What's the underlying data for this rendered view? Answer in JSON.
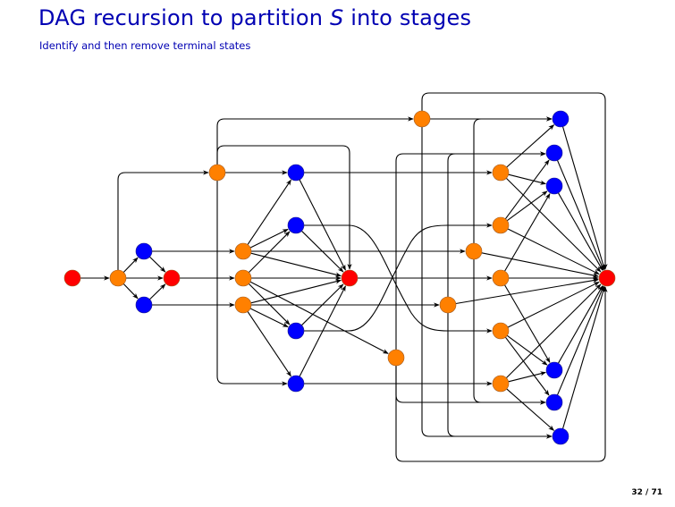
{
  "slide": {
    "title_prefix": "DAG recursion to partition ",
    "title_math": "S",
    "title_suffix": " into stages",
    "subtitle": "Identify and then remove terminal states",
    "page_number": "32 / 71"
  },
  "colors": {
    "terminal": "#ff0000",
    "intermediate": "#ff8000",
    "blue": "#0000ff",
    "edge": "#000000",
    "title": "#0000b3"
  },
  "graph": {
    "nodes": [
      {
        "id": "n0",
        "type": "terminal"
      },
      {
        "id": "n1",
        "type": "intermediate"
      },
      {
        "id": "n2",
        "type": "blue"
      },
      {
        "id": "n3",
        "type": "blue"
      },
      {
        "id": "n4",
        "type": "terminal"
      },
      {
        "id": "n5",
        "type": "intermediate"
      },
      {
        "id": "n6",
        "type": "intermediate"
      },
      {
        "id": "n7",
        "type": "intermediate"
      },
      {
        "id": "n8",
        "type": "intermediate"
      },
      {
        "id": "n9",
        "type": "blue"
      },
      {
        "id": "n10",
        "type": "blue"
      },
      {
        "id": "n11",
        "type": "blue"
      },
      {
        "id": "n12",
        "type": "blue"
      },
      {
        "id": "n13",
        "type": "terminal"
      },
      {
        "id": "n14",
        "type": "intermediate"
      },
      {
        "id": "n15",
        "type": "intermediate"
      },
      {
        "id": "n16",
        "type": "intermediate"
      },
      {
        "id": "n17",
        "type": "intermediate"
      },
      {
        "id": "n18",
        "type": "intermediate"
      },
      {
        "id": "n19",
        "type": "intermediate"
      },
      {
        "id": "n20",
        "type": "intermediate"
      },
      {
        "id": "n21",
        "type": "intermediate"
      },
      {
        "id": "n22",
        "type": "intermediate"
      },
      {
        "id": "n23",
        "type": "blue"
      },
      {
        "id": "n24",
        "type": "blue"
      },
      {
        "id": "n25",
        "type": "blue"
      },
      {
        "id": "n26",
        "type": "blue"
      },
      {
        "id": "n27",
        "type": "blue"
      },
      {
        "id": "n28",
        "type": "blue"
      },
      {
        "id": "n29",
        "type": "terminal"
      }
    ],
    "edges": [
      [
        "n0",
        "n1"
      ],
      [
        "n1",
        "n2"
      ],
      [
        "n1",
        "n3"
      ],
      [
        "n1",
        "n4"
      ],
      [
        "n2",
        "n4"
      ],
      [
        "n3",
        "n4"
      ],
      [
        "n1",
        "n5"
      ],
      [
        "n2",
        "n6"
      ],
      [
        "n4",
        "n7"
      ],
      [
        "n3",
        "n8"
      ],
      [
        "n5",
        "n9"
      ],
      [
        "n5",
        "n14"
      ],
      [
        "n5",
        "n13"
      ],
      [
        "n5",
        "n12"
      ],
      [
        "n6",
        "n9"
      ],
      [
        "n6",
        "n10"
      ],
      [
        "n6",
        "n13"
      ],
      [
        "n6",
        "n16"
      ],
      [
        "n7",
        "n10"
      ],
      [
        "n7",
        "n13"
      ],
      [
        "n7",
        "n11"
      ],
      [
        "n7",
        "n15"
      ],
      [
        "n8",
        "n13"
      ],
      [
        "n8",
        "n11"
      ],
      [
        "n8",
        "n12"
      ],
      [
        "n8",
        "n17"
      ],
      [
        "n9",
        "n13"
      ],
      [
        "n10",
        "n13"
      ],
      [
        "n11",
        "n13"
      ],
      [
        "n12",
        "n13"
      ],
      [
        "n9",
        "n18"
      ],
      [
        "n10",
        "n21"
      ],
      [
        "n11",
        "n19"
      ],
      [
        "n12",
        "n22"
      ],
      [
        "n13",
        "n20"
      ],
      [
        "n14",
        "n23"
      ],
      [
        "n14",
        "n29"
      ],
      [
        "n14",
        "n28"
      ],
      [
        "n15",
        "n24"
      ],
      [
        "n15",
        "n27"
      ],
      [
        "n15",
        "n29"
      ],
      [
        "n16",
        "n23"
      ],
      [
        "n16",
        "n27"
      ],
      [
        "n16",
        "n29"
      ],
      [
        "n17",
        "n24"
      ],
      [
        "n17",
        "n28"
      ],
      [
        "n17",
        "n29"
      ],
      [
        "n18",
        "n23"
      ],
      [
        "n18",
        "n25"
      ],
      [
        "n18",
        "n29"
      ],
      [
        "n19",
        "n24"
      ],
      [
        "n19",
        "n25"
      ],
      [
        "n19",
        "n29"
      ],
      [
        "n20",
        "n25"
      ],
      [
        "n20",
        "n26"
      ],
      [
        "n20",
        "n29"
      ],
      [
        "n21",
        "n26"
      ],
      [
        "n21",
        "n27"
      ],
      [
        "n21",
        "n29"
      ],
      [
        "n22",
        "n26"
      ],
      [
        "n22",
        "n28"
      ],
      [
        "n22",
        "n29"
      ],
      [
        "n23",
        "n29"
      ],
      [
        "n24",
        "n29"
      ],
      [
        "n25",
        "n29"
      ],
      [
        "n26",
        "n29"
      ],
      [
        "n27",
        "n29"
      ],
      [
        "n28",
        "n29"
      ]
    ]
  }
}
